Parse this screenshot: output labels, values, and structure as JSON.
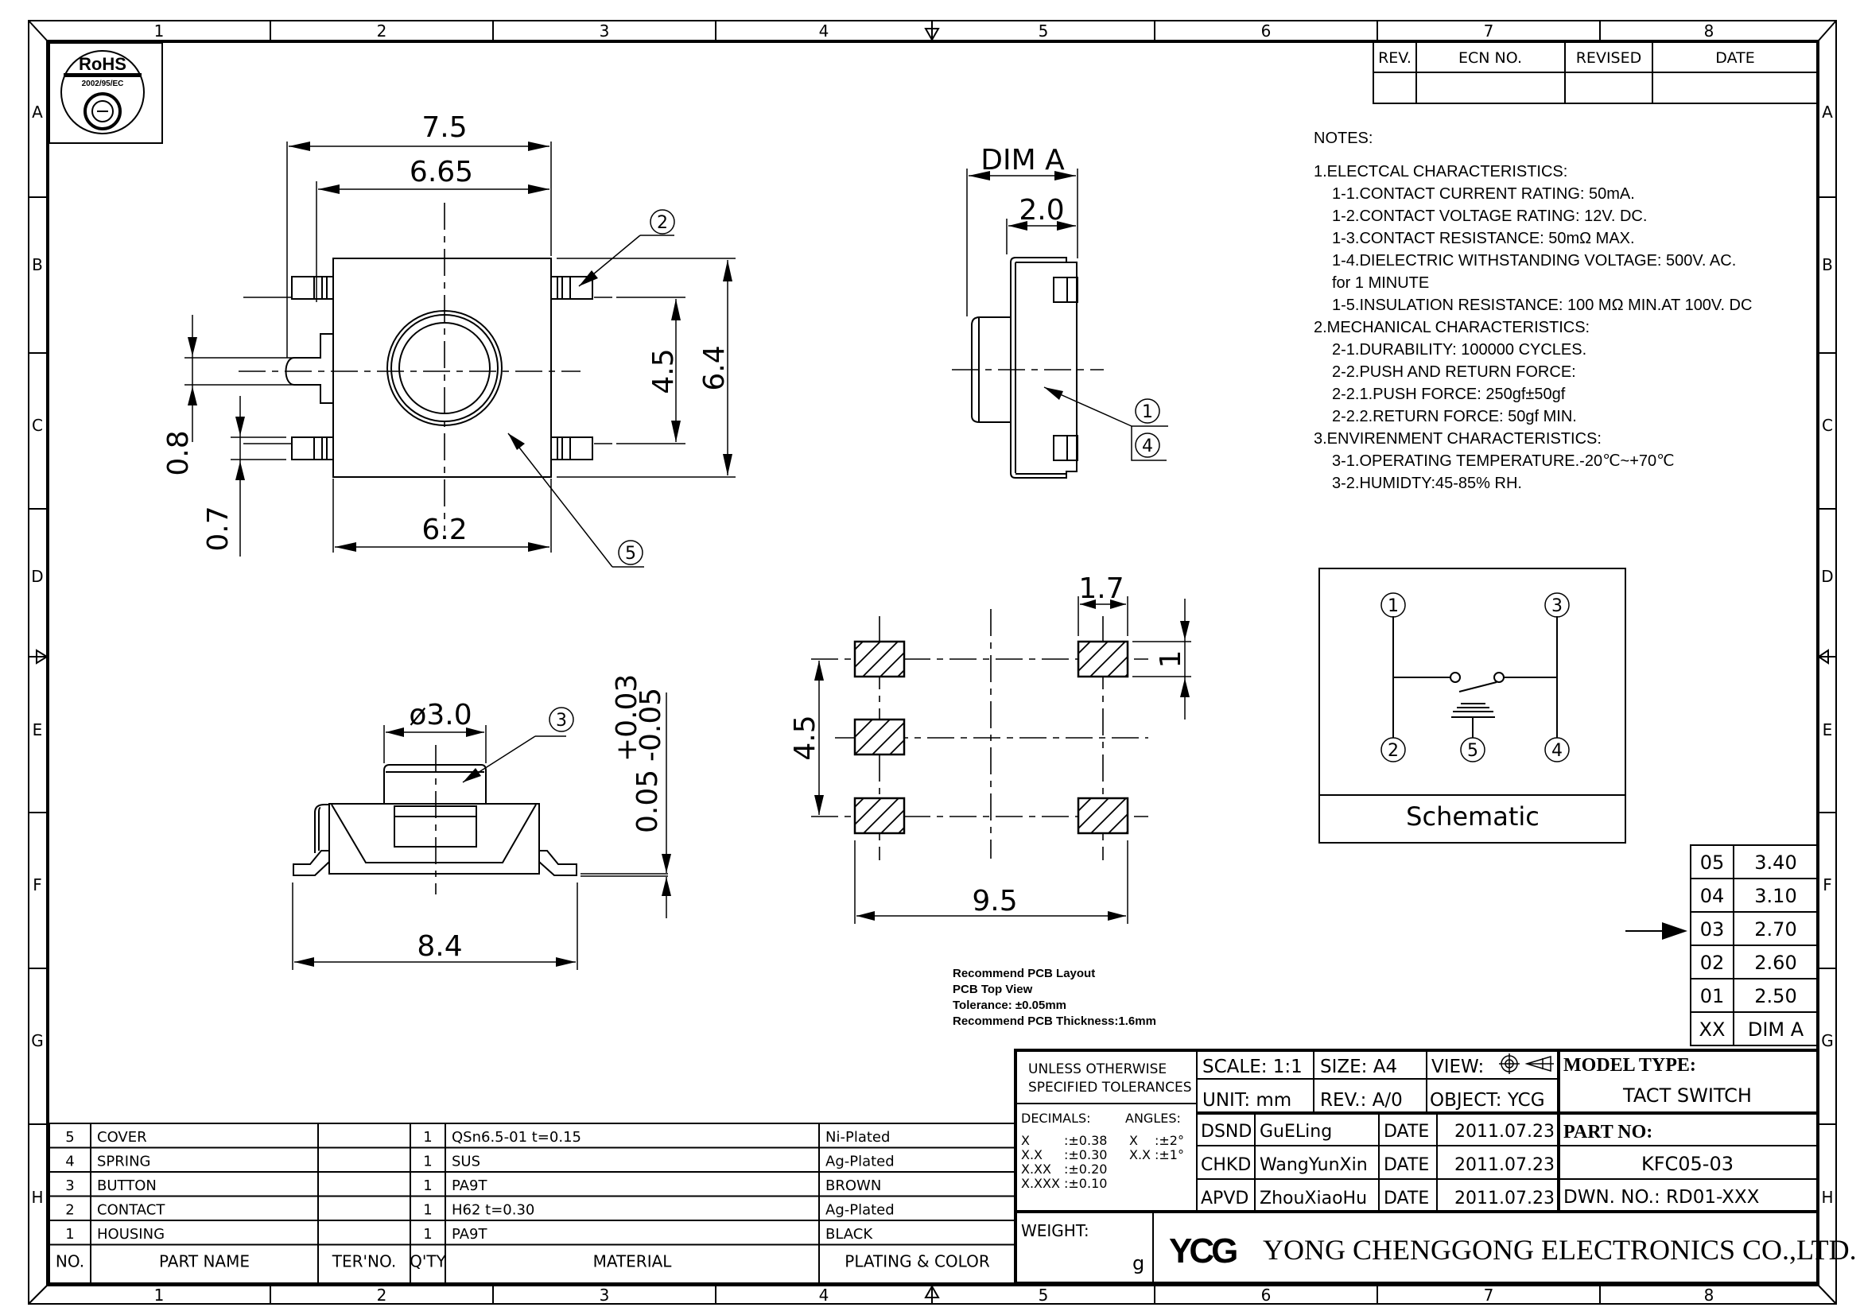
{
  "frame": {
    "columns": [
      "1",
      "2",
      "3",
      "4",
      "5",
      "6",
      "7",
      "8"
    ],
    "rows": [
      "A",
      "B",
      "C",
      "D",
      "E",
      "F",
      "G",
      "H"
    ]
  },
  "rohs": {
    "title": "RoHS",
    "directive": "2002/95/EC"
  },
  "revision_table": {
    "headers": [
      "REV.",
      "ECN NO.",
      "REVISED",
      "DATE"
    ]
  },
  "top_view": {
    "dims": {
      "overall_width": "7.5",
      "body_width_terminals": "6.65",
      "body_width": "6.2",
      "pitch": "4.5",
      "height": "6.4",
      "post_dia": "0.8",
      "terminal_width": "0.7"
    },
    "callouts": [
      "2",
      "5"
    ]
  },
  "side_view": {
    "dims": {
      "dim_a": "DIM A",
      "body_thickness": "2.0"
    },
    "callouts": [
      "1",
      "4"
    ]
  },
  "front_view": {
    "dims": {
      "button_dia": "ø3.0",
      "overall_length": "8.4",
      "coplanarity_base": "0.05",
      "coplanarity_upper": "+0.03",
      "coplanarity_lower": "-0.05"
    },
    "callouts": [
      "3"
    ]
  },
  "pcb_layout": {
    "dims": {
      "pad_width": "1.7",
      "pad_height": "1",
      "pitch": "4.5",
      "span": "9.5"
    },
    "notes": [
      "Recommend PCB Layout",
      "PCB Top View",
      "Tolerance: ±0.05mm",
      "Recommend PCB Thickness:1.6mm"
    ]
  },
  "notes": {
    "title": "NOTES:",
    "lines": [
      "1.ELECTCAL CHARACTERISTICS:",
      "1-1.CONTACT CURRENT RATING:   50mA.",
      "1-2.CONTACT VOLTAGE RATING: 12V. DC.",
      "1-3.CONTACT RESISTANCE: 50mΩ MAX.",
      "1-4.DIELECTRIC WITHSTANDING VOLTAGE: 500V. AC.",
      "for 1 MINUTE",
      "1-5.INSULATION RESISTANCE: 100 MΩ MIN.AT 100V. DC",
      "2.MECHANICAL CHARACTERISTICS:",
      "2-1.DURABILITY: 100000 CYCLES.",
      "2-2.PUSH AND RETURN FORCE:",
      "2-2.1.PUSH FORCE:   250gf±50gf",
      "2-2.2.RETURN FORCE: 50gf MIN.",
      "3.ENVIRENMENT CHARACTERISTICS:",
      "3-1.OPERATING TEMPERATURE.-20℃~+70℃",
      "3-2.HUMIDTY:45-85% RH."
    ]
  },
  "schematic": {
    "title": "Schematic",
    "pins": [
      "1",
      "2",
      "3",
      "4",
      "5"
    ]
  },
  "dim_table": {
    "rows": [
      {
        "code": "05",
        "value": "3.40"
      },
      {
        "code": "04",
        "value": "3.10"
      },
      {
        "code": "03",
        "value": "2.70"
      },
      {
        "code": "02",
        "value": "2.60"
      },
      {
        "code": "01",
        "value": "2.50"
      },
      {
        "code": "XX",
        "value": "DIM A"
      }
    ],
    "selected": "03"
  },
  "bom": {
    "headers": [
      "NO.",
      "PART NAME",
      "TER'NO.",
      "Q'TY",
      "MATERIAL",
      "PLATING & COLOR"
    ],
    "rows": [
      {
        "no": "5",
        "name": "COVER",
        "ter": "",
        "qty": "1",
        "material": "QSn6.5-01  t=0.15",
        "finish": "Ni-Plated"
      },
      {
        "no": "4",
        "name": "SPRING",
        "ter": "",
        "qty": "1",
        "material": "SUS",
        "finish": "Ag-Plated"
      },
      {
        "no": "3",
        "name": "BUTTON",
        "ter": "",
        "qty": "1",
        "material": "PA9T",
        "finish": "BROWN"
      },
      {
        "no": "2",
        "name": "CONTACT",
        "ter": "",
        "qty": "1",
        "material": "H62  t=0.30",
        "finish": "Ag-Plated"
      },
      {
        "no": "1",
        "name": "HOUSING",
        "ter": "",
        "qty": "1",
        "material": "PA9T",
        "finish": "BLACK"
      }
    ]
  },
  "title_block": {
    "tolerance_title_1": "UNLESS OTHERWISE",
    "tolerance_title_2": "SPECIFIED TOLERANCES",
    "decimals_label": "DECIMALS:",
    "angles_label": "ANGLES:",
    "decimals": [
      {
        "k": "X",
        "v": ":±0.38"
      },
      {
        "k": "X.X",
        "v": ":±0.30"
      },
      {
        "k": "X.XX",
        "v": ":±0.20"
      },
      {
        "k": "X.XXX",
        "v": ":±0.10"
      }
    ],
    "angles": [
      {
        "k": "X",
        "v": ":±2°"
      },
      {
        "k": "X.X",
        "v": ":±1°"
      }
    ],
    "weight_label": "WEIGHT:",
    "weight_unit": "g",
    "scale": "SCALE:  1:1",
    "size": "SIZE:  A4",
    "view": "VIEW:",
    "unit": "UNIT:  mm",
    "rev": "REV.:  A/0",
    "object": "OBJECT:  YCG",
    "approvals": [
      {
        "role": "DSND",
        "name": "GuELing",
        "date_label": "DATE",
        "date": "2011.07.23"
      },
      {
        "role": "CHKD",
        "name": "WangYunXin",
        "date_label": "DATE",
        "date": "2011.07.23"
      },
      {
        "role": "APVD",
        "name": "ZhouXiaoHu",
        "date_label": "DATE",
        "date": "2011.07.23"
      }
    ],
    "model_type_label": "MODEL TYPE:",
    "model_type": "TACT SWITCH",
    "part_no_label": "PART NO:",
    "part_no": "KFC05-03",
    "dwn_no": "DWN.  NO.:  RD01-XXX",
    "logo": "YCG",
    "company": "YONG CHENGGONG ELECTRONICS CO.,LTD."
  }
}
